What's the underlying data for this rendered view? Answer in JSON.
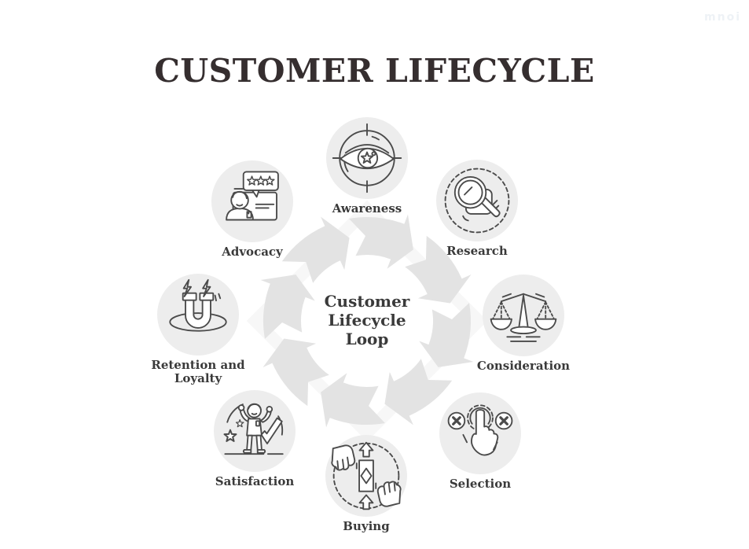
{
  "title": "CUSTOMER LIFECYCLE",
  "watermark": "mnoi",
  "center": {
    "lines": [
      "Customer",
      "Lifecycle",
      "Loop"
    ],
    "loop_segments": 8,
    "loop_direction": "clockwise"
  },
  "stages": [
    {
      "label": "Awareness",
      "icon": "eye-target-icon",
      "position": "top"
    },
    {
      "label": "Research",
      "icon": "magnifier-icon",
      "position": "top-right"
    },
    {
      "label": "Consideration",
      "icon": "scales-icon",
      "position": "right"
    },
    {
      "label": "Selection",
      "icon": "button-press-icon",
      "position": "bottom-right"
    },
    {
      "label": "Buying",
      "icon": "money-exchange-icon",
      "position": "bottom"
    },
    {
      "label": "Satisfaction",
      "icon": "cheering-person-icon",
      "position": "bottom-left"
    },
    {
      "label": "Retention and Loyalty",
      "icon": "magnet-icon",
      "position": "left"
    },
    {
      "label": "Advocacy",
      "icon": "review-person-icon",
      "position": "top-left"
    }
  ],
  "colors": {
    "background": "#ffffff",
    "line": "#4b4b4b",
    "circle_fill": "#ededed",
    "ring_fill": "#e3e3e3",
    "title_color": "#352e2f",
    "label_color": "#3a3a3a"
  }
}
